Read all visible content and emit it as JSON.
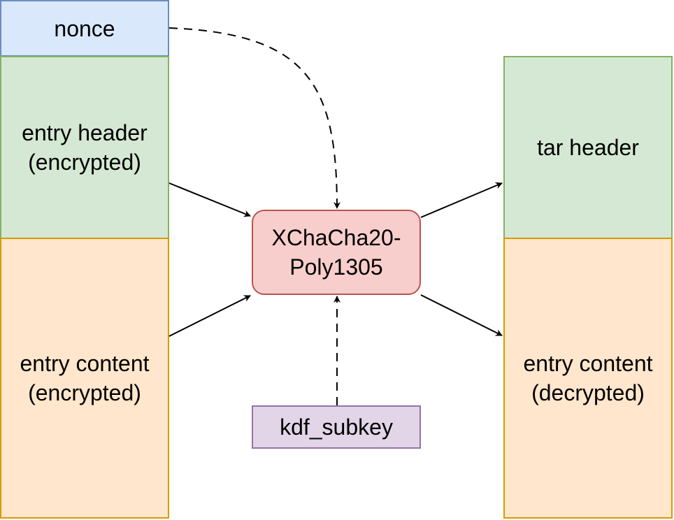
{
  "nodes": {
    "nonce": {
      "label": "nonce",
      "fill": "#dae8fc",
      "stroke": "#6c8ebf"
    },
    "entry_header": {
      "label": "entry header\n(encrypted)",
      "fill": "#d5e8d4",
      "stroke": "#82b366"
    },
    "entry_content_encrypted": {
      "label": "entry content\n(encrypted)",
      "fill": "#ffe6cc",
      "stroke": "#d79b00"
    },
    "cipher": {
      "label": "XChaCha20-\nPoly1305",
      "fill": "#f8cecc",
      "stroke": "#b85450"
    },
    "kdf_subkey": {
      "label": "kdf_subkey",
      "fill": "#e1d5e7",
      "stroke": "#9673a6"
    },
    "tar_header": {
      "label": "tar header",
      "fill": "#d5e8d4",
      "stroke": "#82b366"
    },
    "entry_content_decrypted": {
      "label": "entry content\n(decrypted)",
      "fill": "#ffe6cc",
      "stroke": "#d79b00"
    }
  },
  "edges": [
    {
      "from": "nonce",
      "to": "cipher",
      "style": "dashed"
    },
    {
      "from": "entry_header",
      "to": "cipher",
      "style": "solid"
    },
    {
      "from": "entry_content_encrypted",
      "to": "cipher",
      "style": "solid"
    },
    {
      "from": "kdf_subkey",
      "to": "cipher",
      "style": "dashed"
    },
    {
      "from": "cipher",
      "to": "tar_header",
      "style": "solid"
    },
    {
      "from": "cipher",
      "to": "entry_content_decrypted",
      "style": "solid"
    }
  ]
}
